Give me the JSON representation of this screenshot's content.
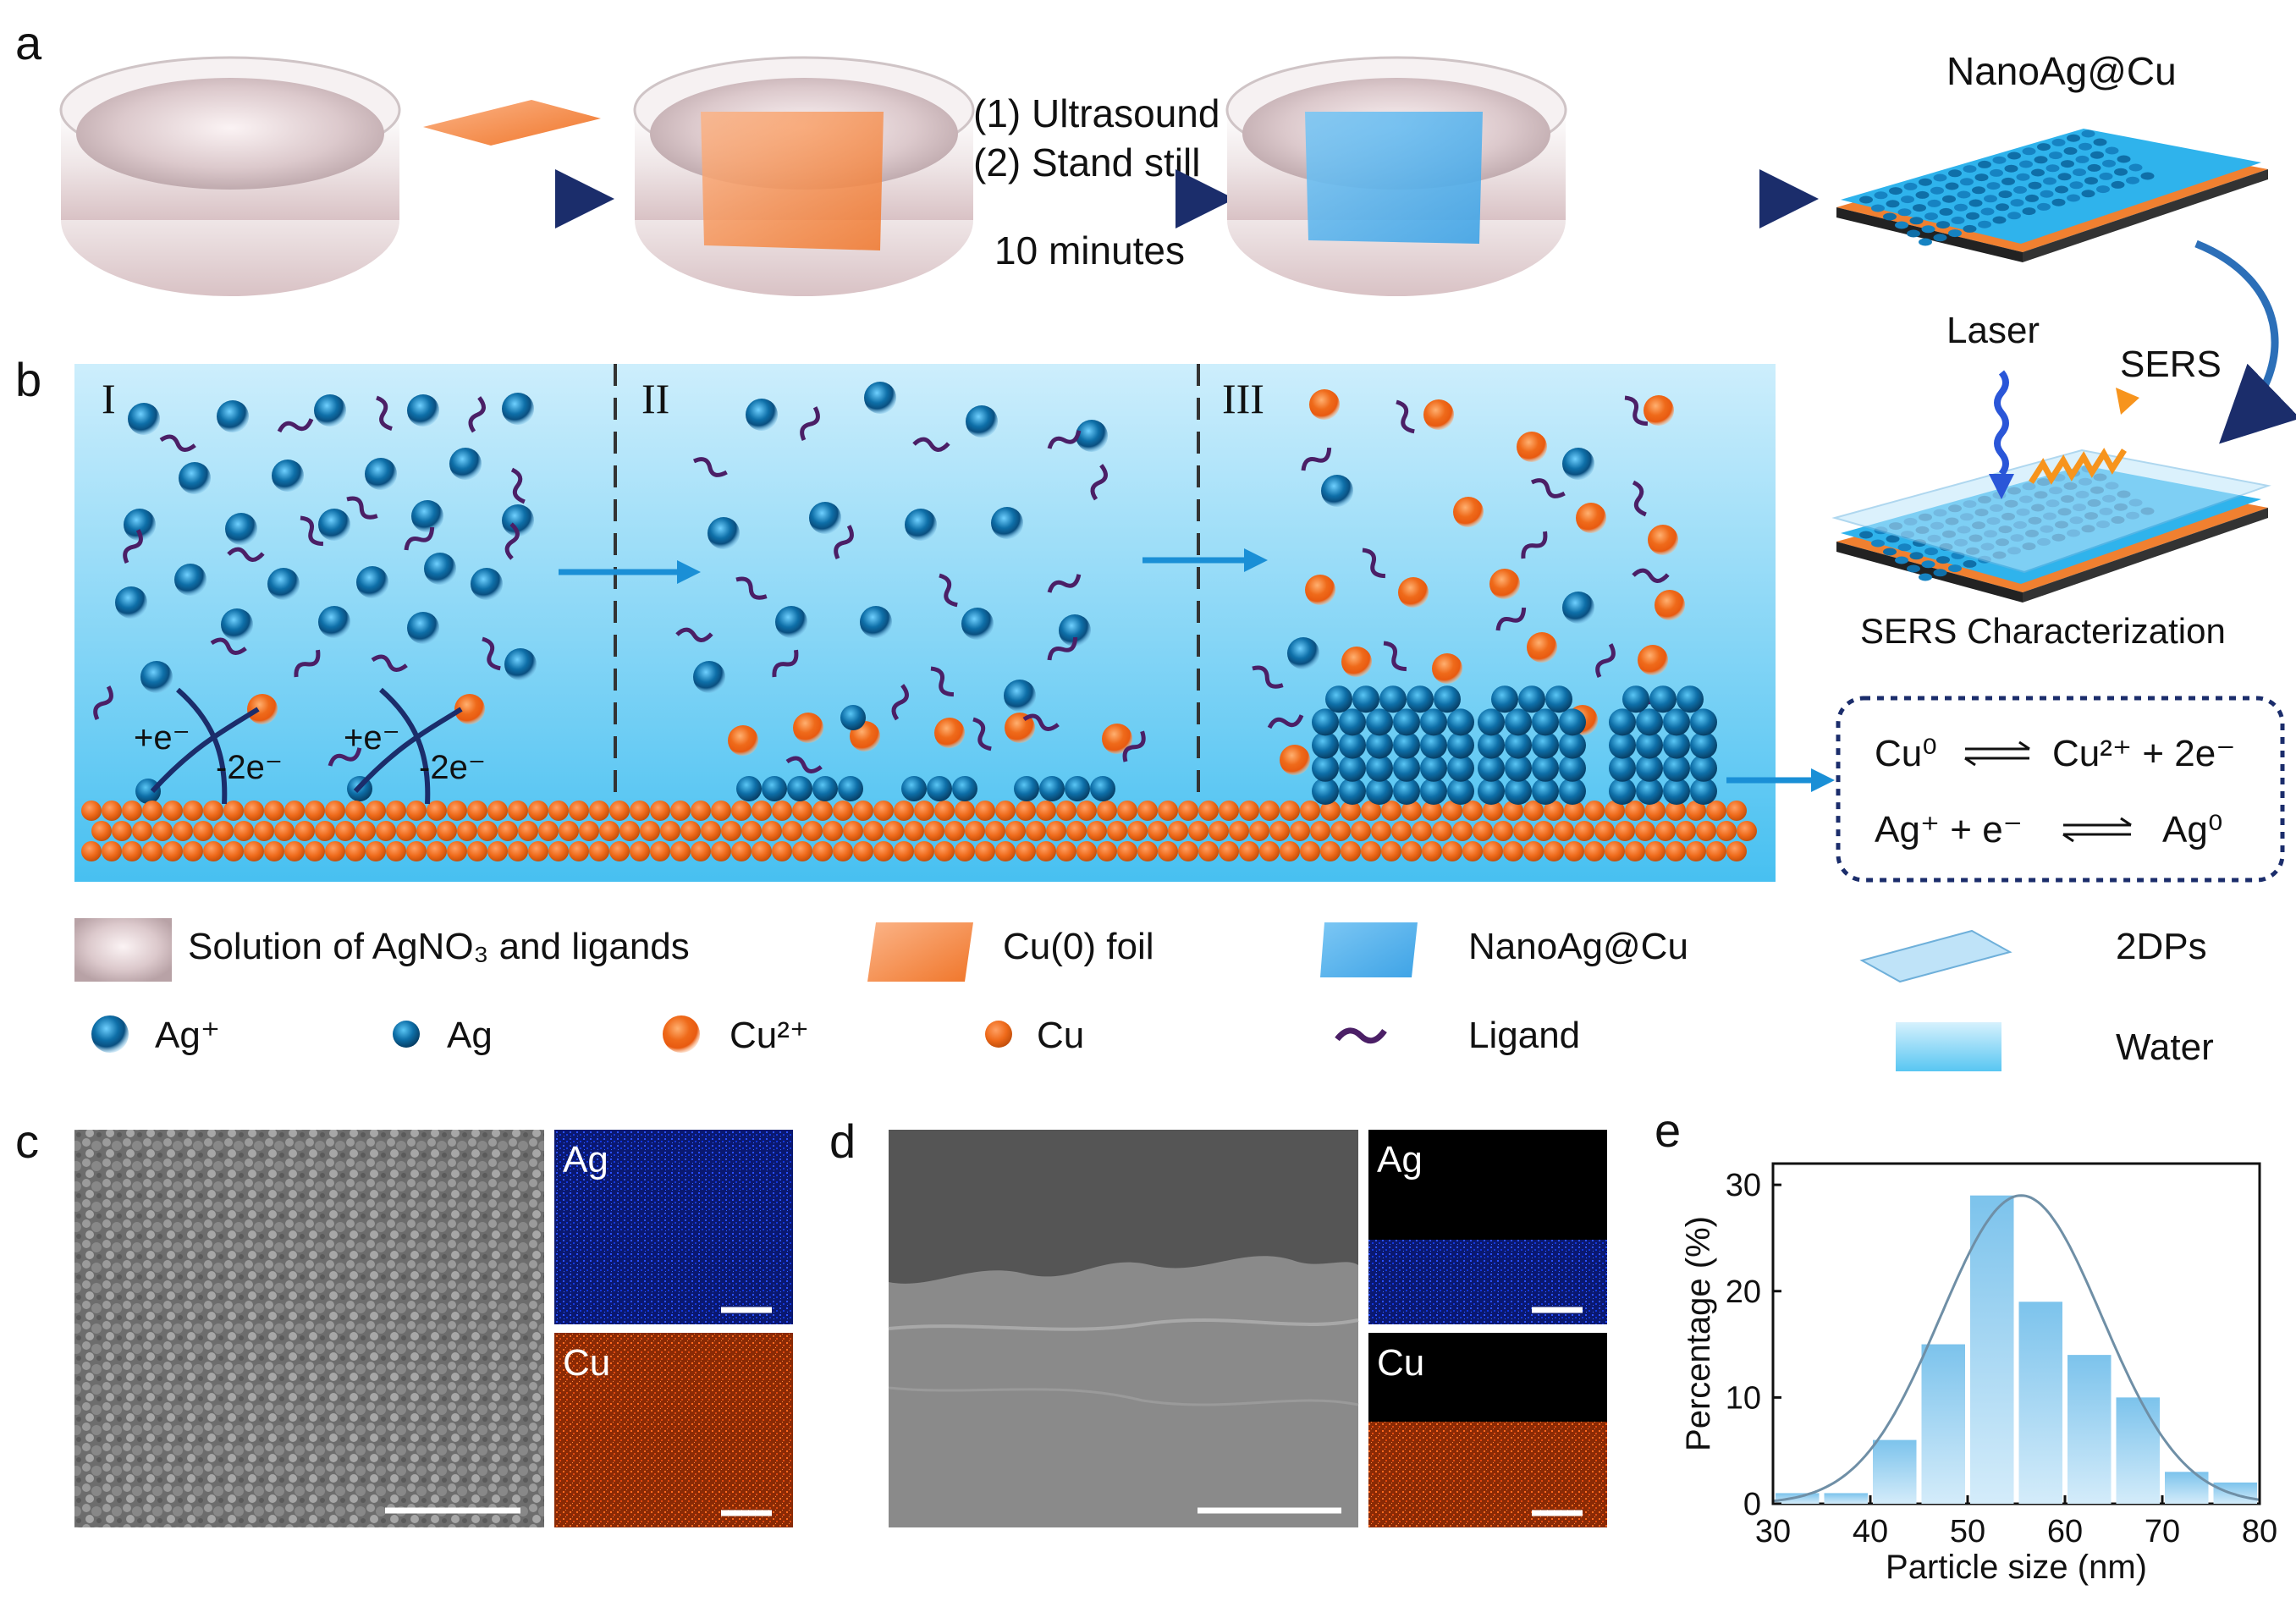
{
  "panels": {
    "a": {
      "letter": "a",
      "step1": "(1) Ultrasound",
      "step2": "(2) Stand still",
      "time": "10 minutes",
      "product": "NanoAg@Cu"
    },
    "b": {
      "letter": "b",
      "stage1": "I",
      "stage2": "II",
      "stage3": "III",
      "laser": "Laser",
      "sers": "SERS",
      "sers_char": "SERS Characterization",
      "plus_e": "+e⁻",
      "minus_2e": "-2e⁻",
      "eq1_left": "Cu⁰",
      "eq1_right": "Cu²⁺ + 2e⁻",
      "eq2_left": "Ag⁺ + e⁻",
      "eq2_right": "Ag⁰"
    },
    "c": {
      "letter": "c",
      "map_ag": "Ag",
      "map_cu": "Cu"
    },
    "d": {
      "letter": "d",
      "map_ag": "Ag",
      "map_cu": "Cu"
    },
    "e": {
      "letter": "e"
    }
  },
  "legend": {
    "solution": "Solution of AgNO₃ and ligands",
    "cu_foil": "Cu(0) foil",
    "nanoag": "NanoAg@Cu",
    "twodps": "2DPs",
    "ag_ion": "Ag⁺",
    "ag": "Ag",
    "cu_ion": "Cu²⁺",
    "cu": "Cu",
    "ligand": "Ligand",
    "water": "Water"
  },
  "colors": {
    "ag_blue": "#0e6fa8",
    "cu_orange": "#ef6a1a",
    "ligand_purple": "#4b1f66",
    "water_top": "#cfeefc",
    "water_bottom": "#45bff0",
    "arrow_navy": "#1b2d6b",
    "arrow_blue": "#1a8fd6",
    "ag_map": "#1030ff",
    "cu_map": "#ff5a10",
    "bar_blue": "#8ccbee"
  },
  "chart_data": {
    "type": "bar",
    "xlabel": "Particle size (nm)",
    "ylabel": "Percentage (%)",
    "xlim": [
      30,
      80
    ],
    "ylim": [
      0,
      32
    ],
    "xticks": [
      30,
      40,
      50,
      60,
      70,
      80
    ],
    "yticks": [
      0,
      10,
      20,
      30
    ],
    "bin_width": 5,
    "bins": [
      {
        "x": 32.5,
        "value": 1
      },
      {
        "x": 37.5,
        "value": 1
      },
      {
        "x": 42.5,
        "value": 6
      },
      {
        "x": 47.5,
        "value": 15
      },
      {
        "x": 52.5,
        "value": 29
      },
      {
        "x": 57.5,
        "value": 19
      },
      {
        "x": 62.5,
        "value": 14
      },
      {
        "x": 67.5,
        "value": 10
      },
      {
        "x": 72.5,
        "value": 3
      },
      {
        "x": 77.5,
        "value": 2
      }
    ],
    "fit": {
      "type": "gaussian",
      "mean": 55.5,
      "sigma": 8.3,
      "peak": 29
    },
    "grid": false,
    "legend": "none"
  }
}
